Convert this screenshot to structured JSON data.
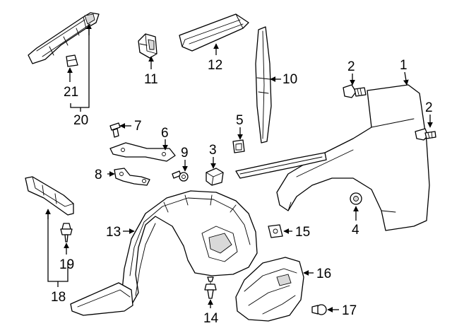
{
  "callouts": {
    "c1": "1",
    "c2a": "2",
    "c2b": "2",
    "c3": "3",
    "c4": "4",
    "c5": "5",
    "c6": "6",
    "c7": "7",
    "c8": "8",
    "c9": "9",
    "c10": "10",
    "c11": "11",
    "c12": "12",
    "c13": "13",
    "c14": "14",
    "c15": "15",
    "c16": "16",
    "c17": "17",
    "c18": "18",
    "c19": "19",
    "c20": "20",
    "c21": "21"
  },
  "colors": {
    "ink": "#000000",
    "background": "#ffffff",
    "shading": "#d9d9d9"
  }
}
